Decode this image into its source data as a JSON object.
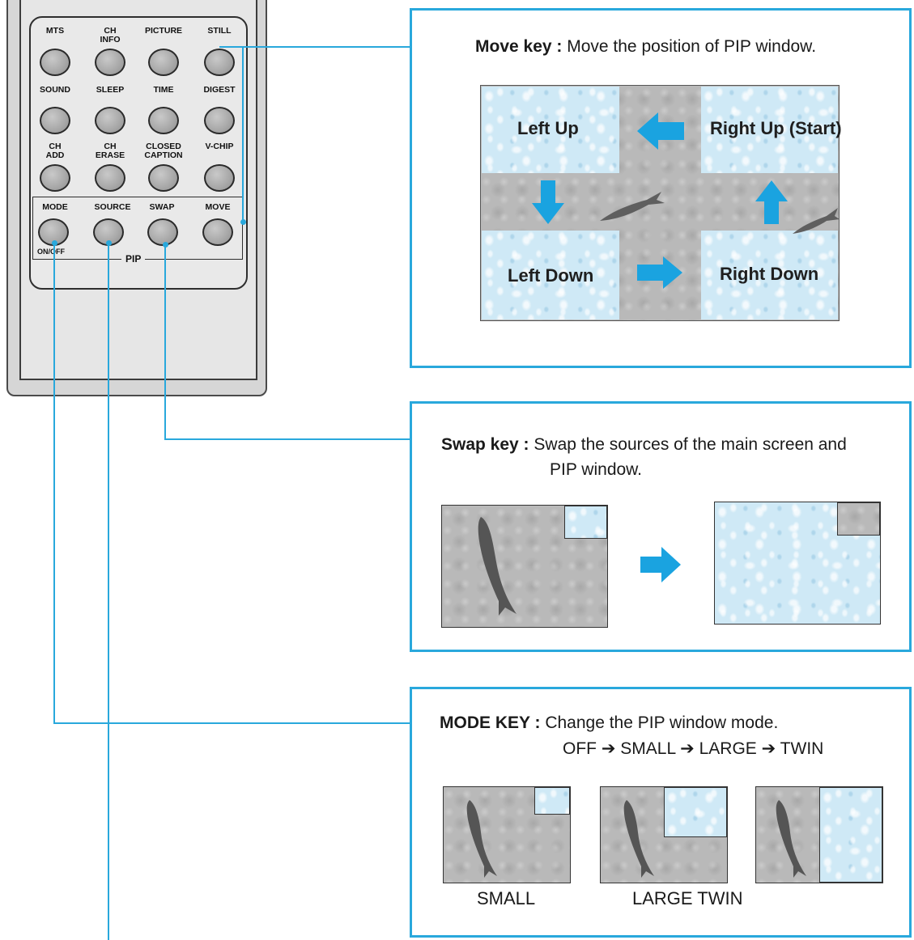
{
  "remote": {
    "keys": [
      {
        "label_line1": "",
        "label_line2": "MTS"
      },
      {
        "label_line1": "CH",
        "label_line2": "INFO"
      },
      {
        "label_line1": "",
        "label_line2": "PICTURE"
      },
      {
        "label_line1": "",
        "label_line2": "STILL"
      },
      {
        "label_line1": "",
        "label_line2": "SOUND"
      },
      {
        "label_line1": "",
        "label_line2": "SLEEP"
      },
      {
        "label_line1": "",
        "label_line2": "TIME"
      },
      {
        "label_line1": "",
        "label_line2": "DIGEST"
      },
      {
        "label_line1": "CH",
        "label_line2": "ADD"
      },
      {
        "label_line1": "CH",
        "label_line2": "ERASE"
      },
      {
        "label_line1": "CLOSED",
        "label_line2": "CAPTION"
      },
      {
        "label_line1": "",
        "label_line2": "V-CHIP"
      },
      {
        "label_line1": "",
        "label_line2": "MODE"
      },
      {
        "label_line1": "",
        "label_line2": "SOURCE"
      },
      {
        "label_line1": "",
        "label_line2": "SWAP"
      },
      {
        "label_line1": "",
        "label_line2": "MOVE"
      }
    ],
    "on_off_label": "ON/OFF",
    "pip_label": "PIP"
  },
  "move_panel": {
    "key_name": "Move key :",
    "description": "Move the position of PIP window.",
    "left_up": "Left Up",
    "right_up": "Right Up (Start)",
    "left_down": "Left Down",
    "right_down": "Right Down"
  },
  "swap_panel": {
    "key_name": "Swap key :",
    "description_line1": "Swap the sources of the main screen and",
    "description_line2": "PIP window."
  },
  "mode_panel": {
    "key_name": "MODE KEY :",
    "description": "Change the PIP window mode.",
    "sequence": "OFF ➔ SMALL ➔ LARGE ➔ TWIN",
    "caption_small": "SMALL",
    "caption_large_twin": "LARGE TWIN"
  },
  "colors": {
    "accent": "#29a8dc",
    "arrow": "#1aa3e0"
  }
}
